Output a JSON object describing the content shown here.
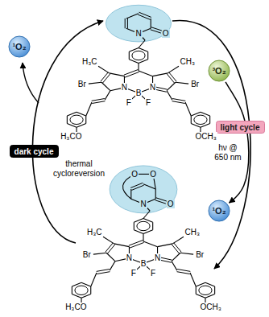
{
  "diagram": {
    "nodes": [
      {
        "text": [
          "¹O₂"
        ]
      },
      {
        "text": [
          "³O₂"
        ]
      },
      {
        "text": [
          "dark cycle"
        ]
      },
      {
        "text": [
          "light cycle"
        ]
      },
      {
        "text": [
          "¹O₂"
        ]
      }
    ],
    "edges": [
      {
        "from": 1,
        "to": 4,
        "arrow": "to"
      }
    ],
    "labels": [
      "O",
      "N",
      "H₃C",
      "CH₃",
      "Br",
      "Br",
      "N",
      "B",
      "N",
      "F",
      "F",
      "H₃CO",
      "OCH₃",
      "thermal cycloreversion",
      "hν @ 650 nm",
      "O",
      "O",
      "O",
      "N",
      "H₃C",
      "CH₃",
      "Br",
      "Br",
      "N",
      "B",
      "N",
      "F",
      "F",
      "H₃CO",
      "OCH₃"
    ]
  }
}
